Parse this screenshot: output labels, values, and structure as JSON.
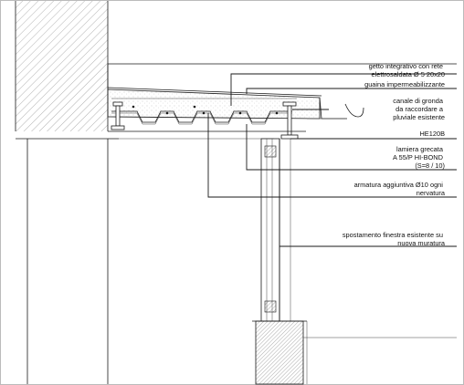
{
  "drawing": {
    "labels": [
      {
        "id": "getto",
        "lines": [
          "getto integrativo con rete",
          "elettrosaldata Ø 5 20x20"
        ]
      },
      {
        "id": "guaina",
        "lines": [
          "guaina impermeabilizzante"
        ]
      },
      {
        "id": "canale",
        "lines": [
          "canale di gronda",
          "da raccordare a",
          "pluviale esistente"
        ]
      },
      {
        "id": "he120b",
        "lines": [
          "HE120B"
        ]
      },
      {
        "id": "lamiera",
        "lines": [
          "lamiera grecata",
          "A 55/P HI-BOND",
          "(S=8 / 10)"
        ]
      },
      {
        "id": "armatura",
        "lines": [
          "armatura aggiuntiva Ø10 ogni",
          "nervatura"
        ]
      },
      {
        "id": "finestra",
        "lines": [
          "spostamento finestra esistente su",
          "nuova muratura"
        ]
      }
    ]
  }
}
